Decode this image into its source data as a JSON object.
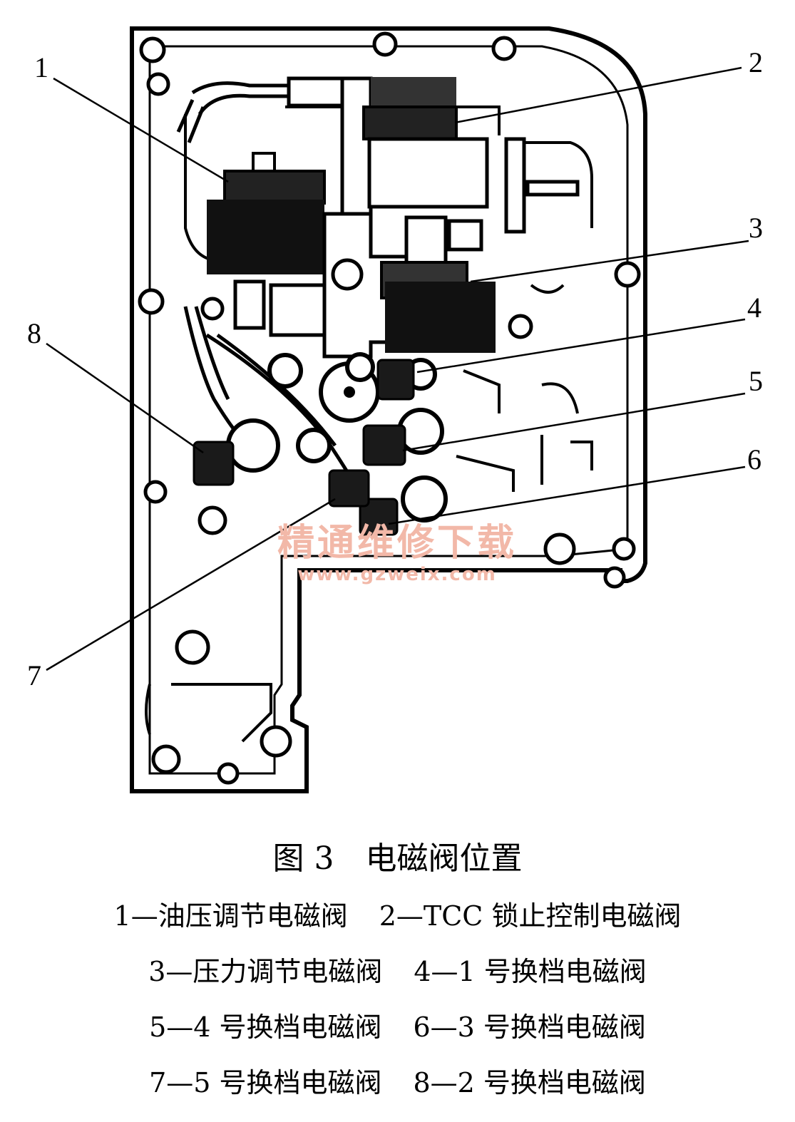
{
  "callouts": [
    "1",
    "2",
    "3",
    "4",
    "5",
    "6",
    "7",
    "8"
  ],
  "watermark": {
    "text": "精通维修下载",
    "url": "www.gzweix.com"
  },
  "caption": {
    "title": "图 3　电磁阀位置",
    "legend": [
      [
        "1—油压调节电磁阀",
        "2—TCC 锁止控制电磁阀"
      ],
      [
        "3—压力调节电磁阀",
        "4—1 号换档电磁阀"
      ],
      [
        "5—4 号换档电磁阀",
        "6—3 号换档电磁阀"
      ],
      [
        "7—5 号换档电磁阀",
        "8—2 号换档电磁阀"
      ]
    ]
  }
}
